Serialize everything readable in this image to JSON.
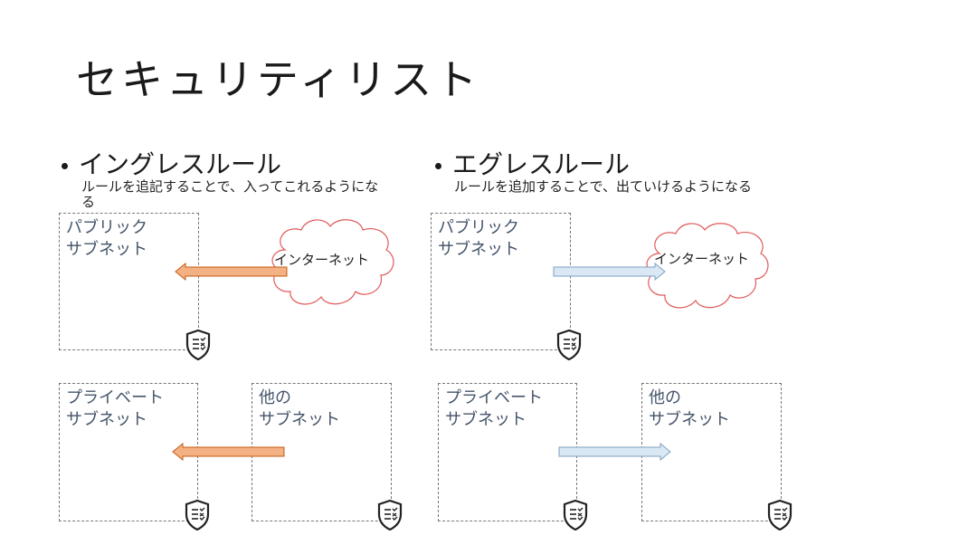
{
  "title": "セキュリティリスト",
  "ingress": {
    "heading": "イングレスルール",
    "description": "ルールを追記することで、入ってこれるようになる",
    "public_subnet": "パブリック\nサブネット",
    "internet": "インターネット",
    "private_subnet": "プライベート\nサブネット",
    "other_subnet": "他の\nサブネット"
  },
  "egress": {
    "heading": "エグレスルール",
    "description": "ルールを追加することで、出ていけるようになる",
    "public_subnet": "パブリック\nサブネット",
    "internet": "インターネット",
    "private_subnet": "プライベート\nサブネット",
    "other_subnet": "他の\nサブネット"
  },
  "colors": {
    "ingress_arrow_fill": "#f4b183",
    "ingress_arrow_stroke": "#c55a11",
    "egress_arrow_fill": "#dae8f5",
    "egress_arrow_stroke": "#7f9fbf",
    "cloud_stroke": "#e05a5a",
    "subnet_label": "#44546a"
  },
  "icons": {
    "security_list": "shield-checklist-icon",
    "internet": "cloud-icon"
  }
}
